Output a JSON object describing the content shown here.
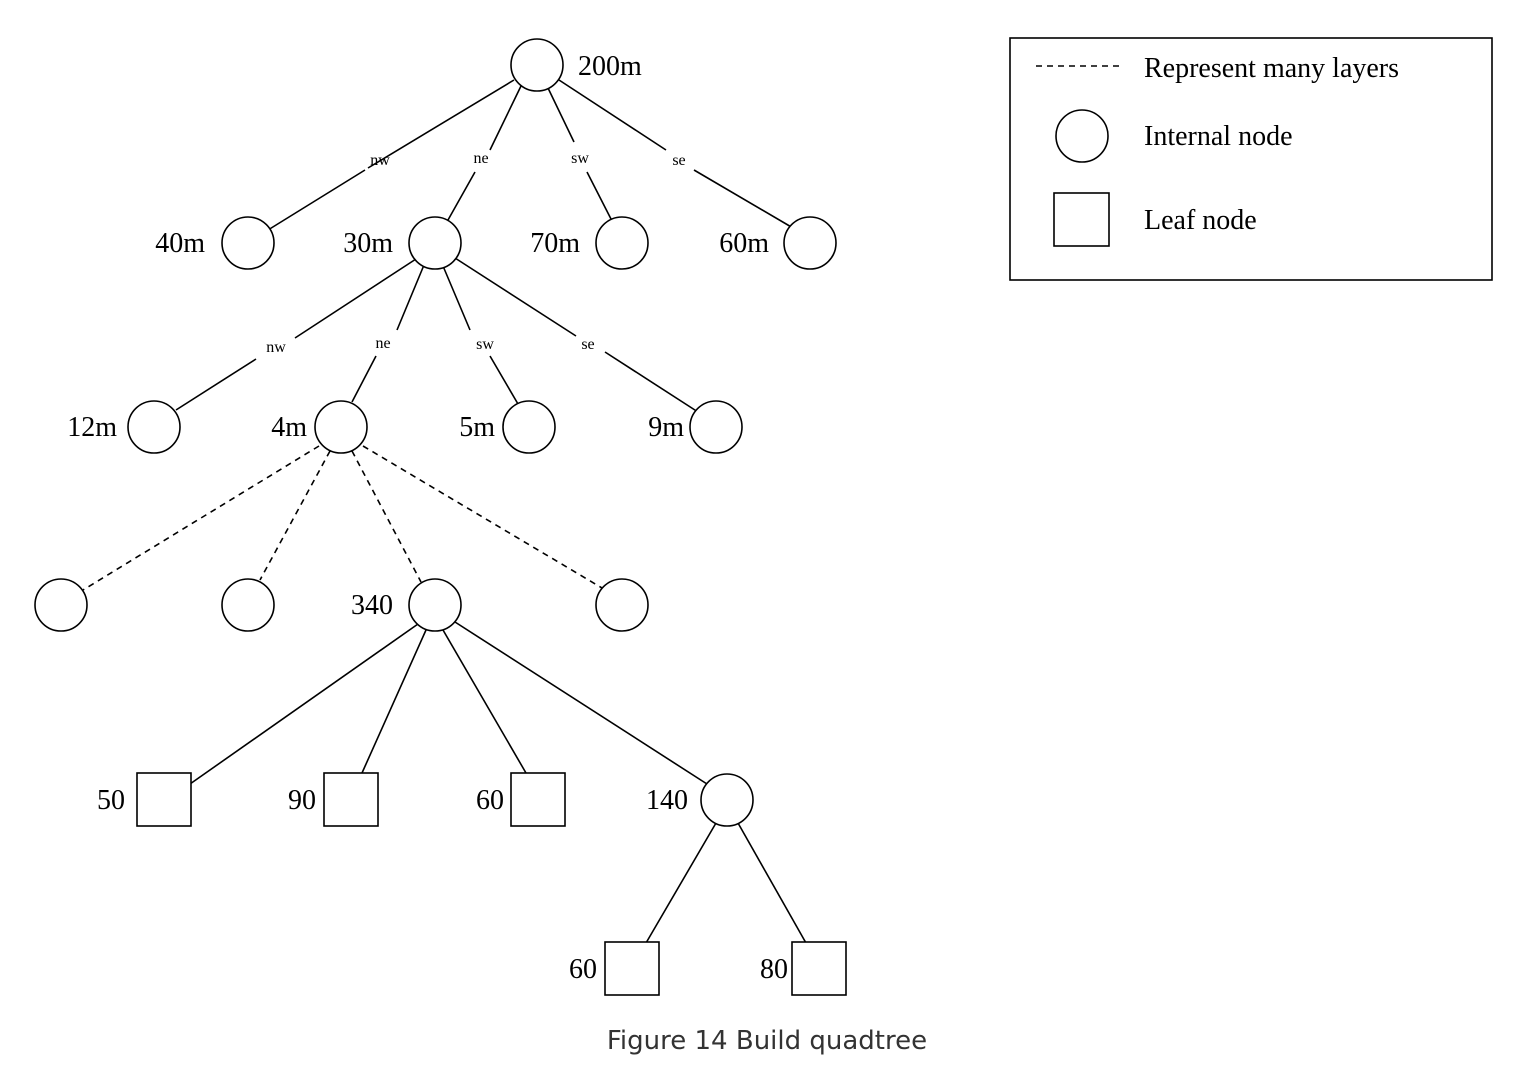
{
  "caption": "Figure 14 Build quadtree",
  "legend": {
    "dashed": "Represent many layers",
    "internal": "Internal node",
    "leaf": "Leaf node"
  },
  "root": {
    "label": "200m"
  },
  "level1": [
    {
      "label": "40m",
      "edge": "nw"
    },
    {
      "label": "30m",
      "edge": "ne"
    },
    {
      "label": "70m",
      "edge": "sw"
    },
    {
      "label": "60m",
      "edge": "se"
    }
  ],
  "level2": [
    {
      "label": "12m",
      "edge": "nw"
    },
    {
      "label": "4m",
      "edge": "ne"
    },
    {
      "label": "5m",
      "edge": "sw"
    },
    {
      "label": "9m",
      "edge": "se"
    }
  ],
  "level3": [
    {
      "label": ""
    },
    {
      "label": ""
    },
    {
      "label": "340"
    },
    {
      "label": ""
    }
  ],
  "level4": [
    {
      "label": "50",
      "type": "leaf"
    },
    {
      "label": "90",
      "type": "leaf"
    },
    {
      "label": "60",
      "type": "leaf"
    },
    {
      "label": "140",
      "type": "internal"
    }
  ],
  "level5": [
    {
      "label": "60",
      "type": "leaf"
    },
    {
      "label": "80",
      "type": "leaf"
    }
  ]
}
